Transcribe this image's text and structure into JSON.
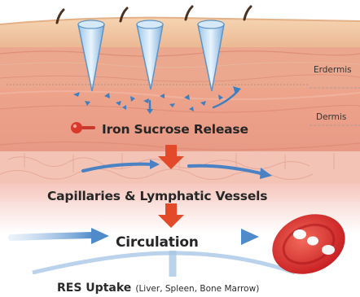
{
  "labels": {
    "epidermis": "Erdermis",
    "dermis": "Dermis",
    "release": "Iron Sucrose Release",
    "vessels": "Capillaries & Lymphatic Vessels",
    "circulation": "Circulation",
    "res_uptake": "RES Uptake",
    "res_organs": "(Liver, Spleen, Bone Marrow)"
  },
  "colors": {
    "skin_top": "#f2c9a4",
    "dermis": "#e59a83",
    "arrow_red": "#e24a2a",
    "arrow_blue": "#4a86c6",
    "rbc": "#d92b2b"
  }
}
